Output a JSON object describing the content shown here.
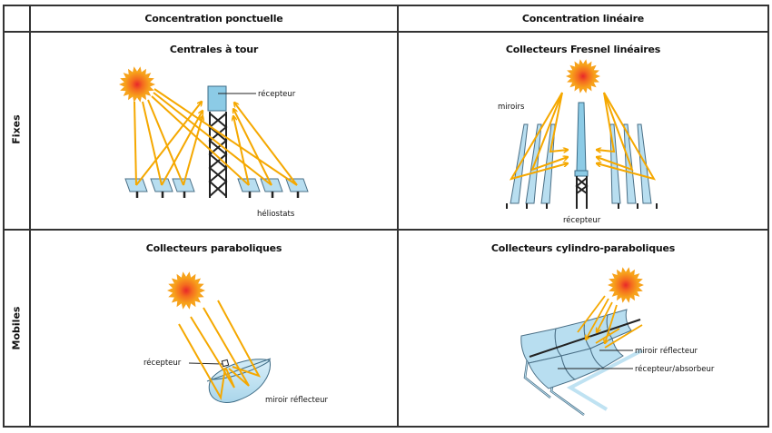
{
  "table": {
    "column_headers": [
      "Concentration ponctuelle",
      "Concentration linéaire"
    ],
    "row_headers": [
      "Fixes",
      "Mobiles"
    ]
  },
  "cells": {
    "tower": {
      "title": "Centrales à tour",
      "labels": {
        "receiver": "récepteur",
        "heliostats": "héliostats"
      }
    },
    "fresnel": {
      "title": "Collecteurs Fresnel linéaires",
      "labels": {
        "mirrors": "miroirs",
        "receiver": "récepteur"
      }
    },
    "parabolic": {
      "title": "Collecteurs paraboliques",
      "labels": {
        "receiver": "récepteur",
        "mirror": "miroir réflecteur"
      }
    },
    "trough": {
      "title": "Collecteurs cylindro-paraboliques",
      "labels": {
        "mirror": "miroir réflecteur",
        "receiver": "récepteur/absorbeur"
      }
    }
  },
  "colors": {
    "ray": "#f5a800",
    "sun_outer": "#f7a21b",
    "sun_core": "#e8282a",
    "mirror_fill": "#b8def0",
    "mirror_stroke": "#4a6f86",
    "structure": "#222222",
    "grid_line": "#333333"
  }
}
